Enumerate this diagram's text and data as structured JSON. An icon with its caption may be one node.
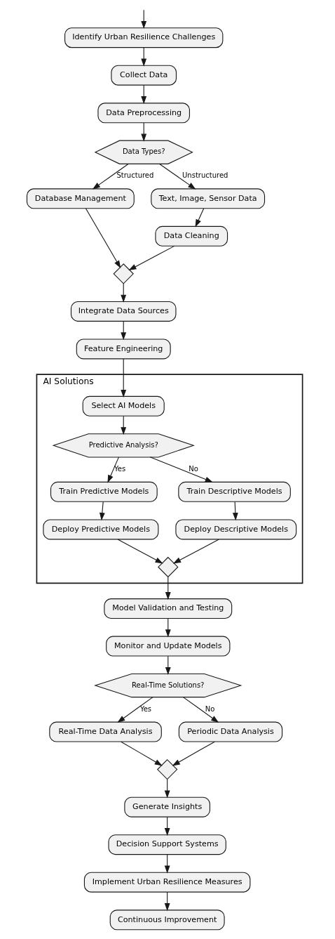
{
  "diagram": {
    "nodes": [
      {
        "text": [
          "Identify Urban Resilience Challenges"
        ]
      },
      {
        "text": [
          "Collect Data"
        ]
      },
      {
        "text": [
          "Data Preprocessing"
        ]
      },
      {
        "text": [
          "Data Types?"
        ]
      },
      {
        "text": [
          "Database Management"
        ]
      },
      {
        "text": [
          "Text, Image, Sensor Data"
        ]
      },
      {
        "text": [
          "Data Cleaning"
        ]
      },
      {
        "text": [],
        "shape": "diamond"
      },
      {
        "text": [
          "Integrate Data Sources"
        ]
      },
      {
        "text": [
          "Feature Engineering"
        ]
      },
      {
        "text": [
          "AI Solutions"
        ]
      },
      {
        "text": [
          "Select AI Models"
        ],
        "in": 10
      },
      {
        "text": [
          "Predictive Analysis?"
        ],
        "in": 10
      },
      {
        "text": [
          "Train Predictive Models"
        ],
        "in": 10
      },
      {
        "text": [
          "Train Descriptive Models"
        ],
        "in": 10
      },
      {
        "text": [
          "Deploy Predictive Models"
        ],
        "in": 10
      },
      {
        "text": [
          "Deploy Descriptive Models"
        ],
        "in": 10
      },
      {
        "text": [],
        "shape": "diamond",
        "in": 10
      },
      {
        "text": [
          "Model Validation and Testing"
        ]
      },
      {
        "text": [
          "Monitor and Update Models"
        ]
      },
      {
        "text": [
          "Real-Time Solutions?"
        ]
      },
      {
        "text": [
          "Real-Time Data Analysis"
        ]
      },
      {
        "text": [
          "Periodic Data Analysis"
        ]
      },
      {
        "text": [],
        "shape": "diamond"
      },
      {
        "text": [
          "Generate Insights"
        ]
      },
      {
        "text": [
          "Decision Support Systems"
        ]
      },
      {
        "text": [
          "Implement Urban Resilience Measures"
        ]
      },
      {
        "text": [
          "Continuous Improvement"
        ]
      }
    ],
    "edges": [
      {
        "from": null,
        "to": 0,
        "arrow": "to"
      },
      {
        "from": 0,
        "to": 1,
        "arrow": "to"
      },
      {
        "from": 1,
        "to": 2,
        "arrow": "to"
      },
      {
        "from": 2,
        "to": 3,
        "arrow": "to"
      },
      {
        "from": 3,
        "to": 4,
        "arrow": "to",
        "label": "Structured"
      },
      {
        "from": 3,
        "to": 5,
        "arrow": "to",
        "label": "Unstructured"
      },
      {
        "from": 5,
        "to": 6,
        "arrow": "to"
      },
      {
        "from": 4,
        "to": 7,
        "arrow": "to"
      },
      {
        "from": 6,
        "to": 7,
        "arrow": "to"
      },
      {
        "from": 7,
        "to": 8,
        "arrow": "to"
      },
      {
        "from": 8,
        "to": 9,
        "arrow": "to"
      },
      {
        "from": 9,
        "to": 11,
        "arrow": "to"
      },
      {
        "from": 11,
        "to": 12,
        "arrow": "to"
      },
      {
        "from": 12,
        "to": 13,
        "arrow": "to",
        "label": "Yes"
      },
      {
        "from": 12,
        "to": 14,
        "arrow": "to",
        "label": "No"
      },
      {
        "from": 13,
        "to": 15,
        "arrow": "to"
      },
      {
        "from": 14,
        "to": 16,
        "arrow": "to"
      },
      {
        "from": 15,
        "to": 17,
        "arrow": "to"
      },
      {
        "from": 16,
        "to": 17,
        "arrow": "to"
      },
      {
        "from": 17,
        "to": 18,
        "arrow": "to"
      },
      {
        "from": 18,
        "to": 19,
        "arrow": "to"
      },
      {
        "from": 19,
        "to": 20,
        "arrow": "to"
      },
      {
        "from": 20,
        "to": 21,
        "arrow": "to",
        "label": "Yes"
      },
      {
        "from": 20,
        "to": 22,
        "arrow": "to",
        "label": "No"
      },
      {
        "from": 21,
        "to": 23,
        "arrow": "to"
      },
      {
        "from": 22,
        "to": 23,
        "arrow": "to"
      },
      {
        "from": 23,
        "to": 24,
        "arrow": "to"
      },
      {
        "from": 24,
        "to": 25,
        "arrow": "to"
      },
      {
        "from": 25,
        "to": 26,
        "arrow": "to"
      },
      {
        "from": 26,
        "to": 27,
        "arrow": "to"
      }
    ]
  }
}
